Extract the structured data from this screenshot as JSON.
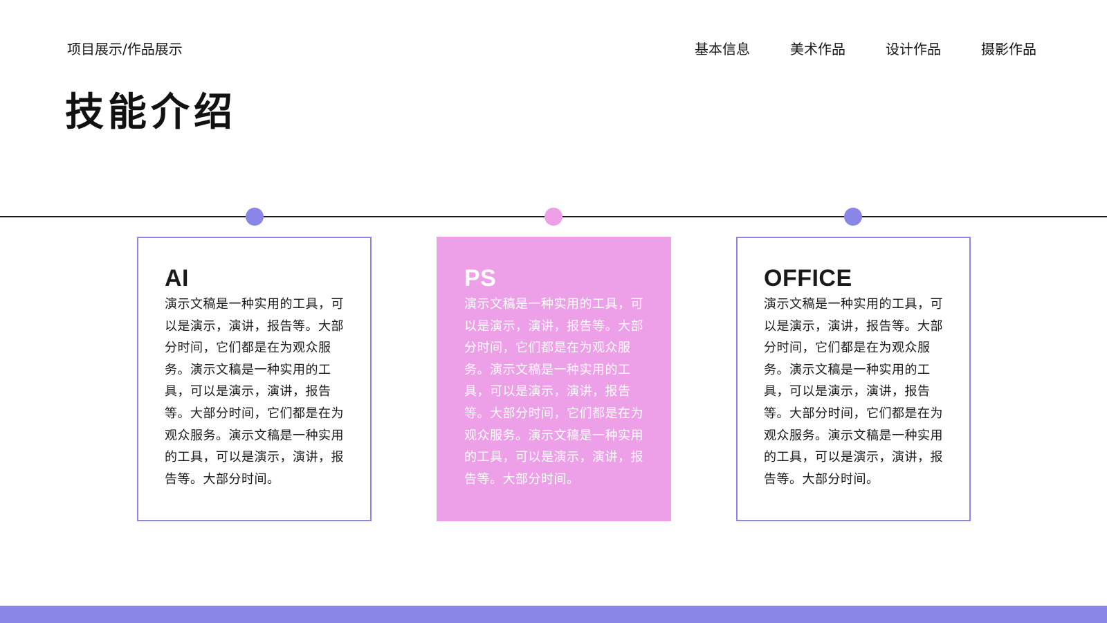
{
  "header": {
    "breadcrumb": "项目展示/作品展示",
    "nav": [
      {
        "label": "基本信息"
      },
      {
        "label": "美术作品"
      },
      {
        "label": "设计作品"
      },
      {
        "label": "摄影作品"
      }
    ]
  },
  "page_title": "技能介绍",
  "colors": {
    "accent_purple": "#8a86e8",
    "accent_pink": "#eda0e8",
    "text_dark": "#1a1a1a",
    "background": "#ffffff"
  },
  "cards": [
    {
      "title": "AI",
      "body": "演示文稿是一种实用的工具，可以是演示，演讲，报告等。大部分时间，它们都是在为观众服务。演示文稿是一种实用的工具，可以是演示，演讲，报告等。大部分时间，它们都是在为观众服务。演示文稿是一种实用的工具，可以是演示，演讲，报告等。大部分时间。"
    },
    {
      "title": "PS",
      "body": "演示文稿是一种实用的工具，可以是演示，演讲，报告等。大部分时间，它们都是在为观众服务。演示文稿是一种实用的工具，可以是演示，演讲，报告等。大部分时间，它们都是在为观众服务。演示文稿是一种实用的工具，可以是演示，演讲，报告等。大部分时间。"
    },
    {
      "title": "OFFICE",
      "body": "演示文稿是一种实用的工具，可以是演示，演讲，报告等。大部分时间，它们都是在为观众服务。演示文稿是一种实用的工具，可以是演示，演讲，报告等。大部分时间，它们都是在为观众服务。演示文稿是一种实用的工具，可以是演示，演讲，报告等。大部分时间。"
    }
  ]
}
